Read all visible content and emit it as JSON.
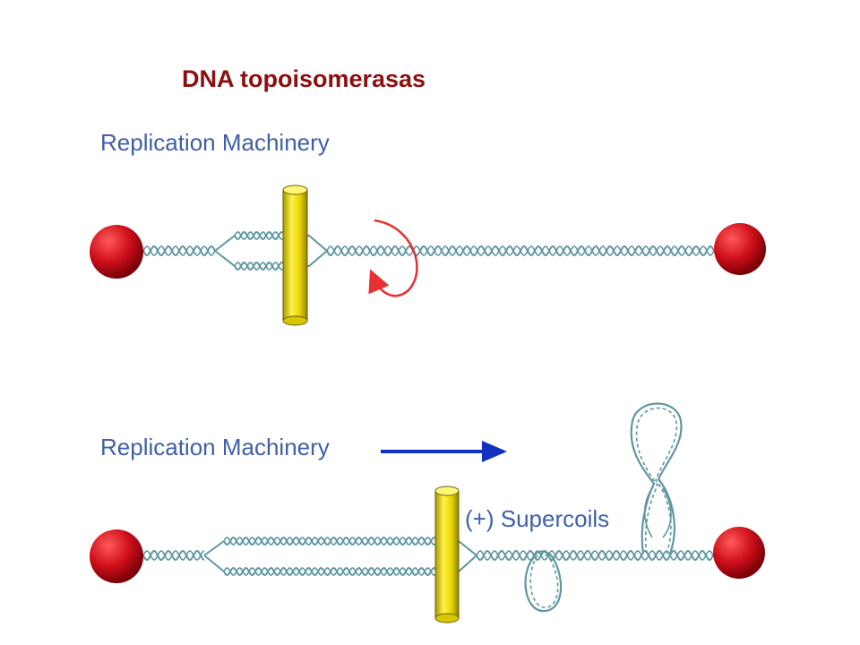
{
  "title": "DNA topoisomerasas",
  "panel_top": {
    "label": "Replication Machinery"
  },
  "panel_bottom": {
    "label": "Replication Machinery",
    "supercoils_label": "(+) Supercoils"
  },
  "colors": {
    "title": "#8b1010",
    "label": "#3f5fa8",
    "dna_strand": "#5f97a0",
    "replication_machine": "#e8d400",
    "anchor_ball": "#d0101a",
    "rotation_arrow": "#e83030",
    "direction_arrow": "#1030c0"
  },
  "icons": [
    "anchor-ball",
    "replication-machine-cylinder",
    "rotation-arrow",
    "direction-arrow",
    "dna-double-helix"
  ]
}
